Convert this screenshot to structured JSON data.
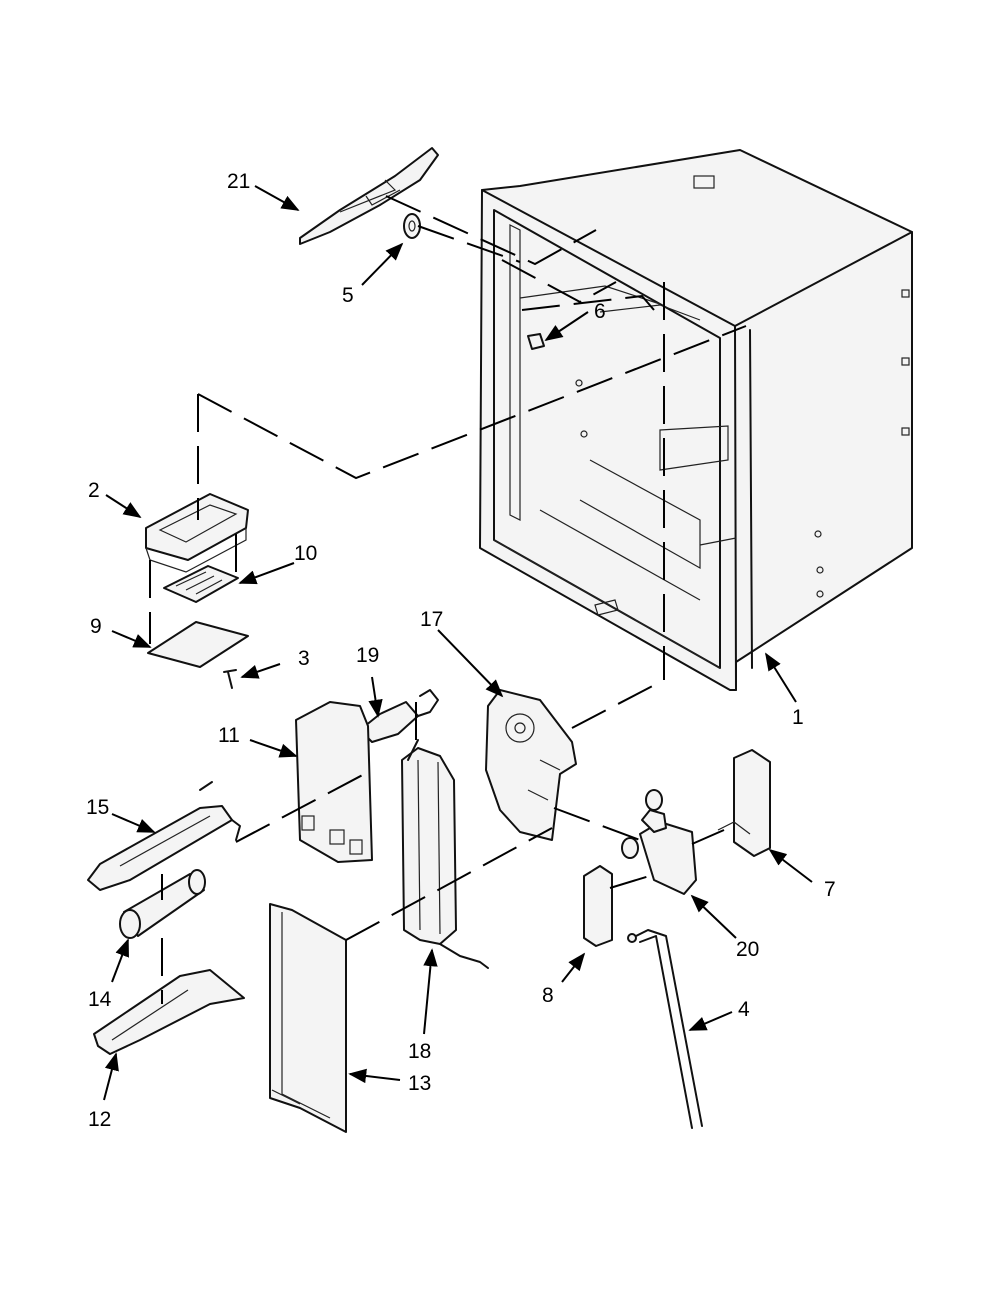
{
  "callouts": {
    "c1": "1",
    "c2": "2",
    "c3": "3",
    "c4": "4",
    "c5": "5",
    "c6": "6",
    "c7": "7",
    "c8": "8",
    "c9": "9",
    "c10": "10",
    "c11": "11",
    "c12": "12",
    "c13": "13",
    "c14": "14",
    "c15": "15",
    "c17": "17",
    "c18": "18",
    "c19": "19",
    "c20": "20",
    "c21": "21"
  }
}
